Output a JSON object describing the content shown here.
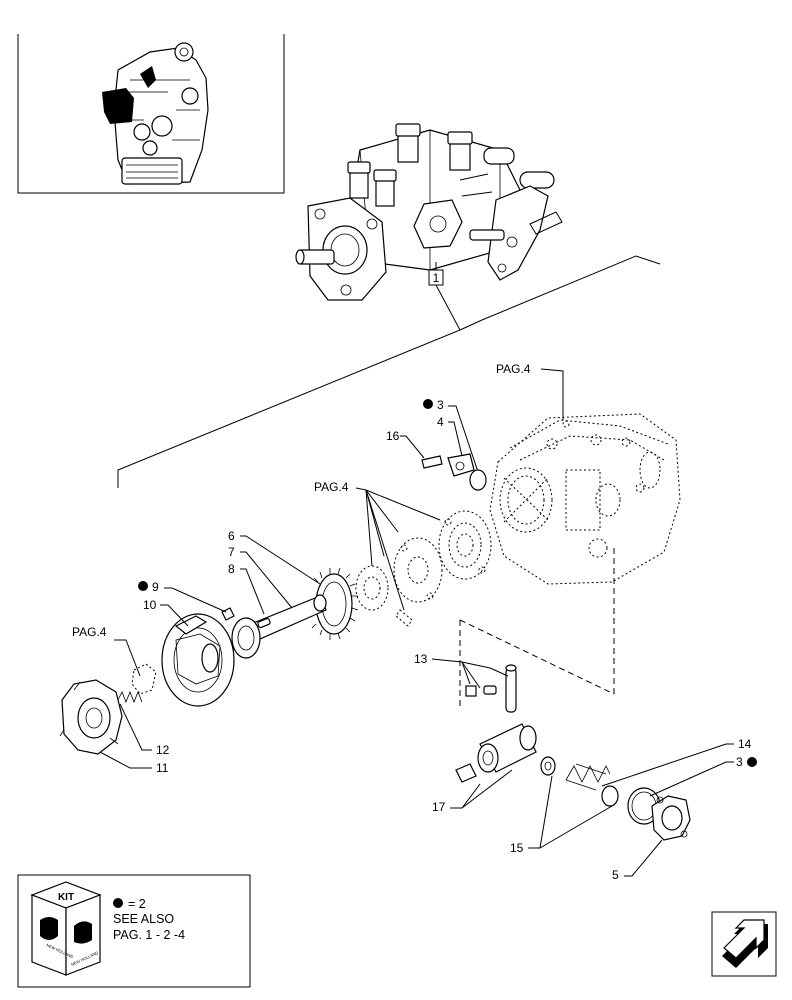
{
  "callouts": {
    "c1": "1",
    "c3a": "3",
    "c3b": "3",
    "c4": "4",
    "c5": "5",
    "c6": "6",
    "c7": "7",
    "c8": "8",
    "c9": "9",
    "c10": "10",
    "c11": "11",
    "c12": "12",
    "c13": "13",
    "c14": "14",
    "c15": "15",
    "c16": "16",
    "c17": "17"
  },
  "page_refs": {
    "top": "PAG.4",
    "middle": "PAG.4",
    "left": "PAG.4"
  },
  "kit_box": {
    "badge": "KIT",
    "badge_subtext": "NEW HOLLAND",
    "line1": "= 2",
    "line2": "SEE ALSO",
    "line3": "PAG. 1 - 2 -4"
  },
  "icons": {
    "dot": "filled-circle-icon",
    "nav": "next-page-arrow-icon",
    "kit": "kit-cube-icon"
  },
  "colors": {
    "ink": "#000000",
    "background": "#ffffff",
    "highlight": "#000000"
  }
}
